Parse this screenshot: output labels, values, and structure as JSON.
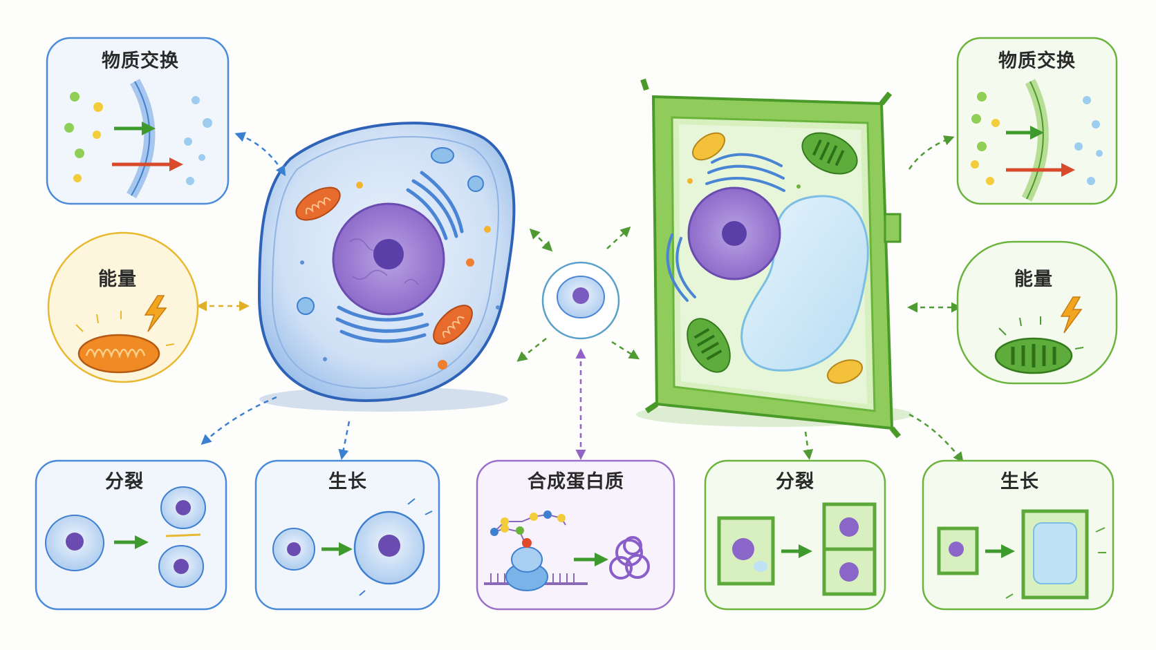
{
  "panels": {
    "animal_exchange": {
      "label": "物质交换"
    },
    "animal_energy": {
      "label": "能量"
    },
    "animal_division": {
      "label": "分裂"
    },
    "animal_growth": {
      "label": "生长"
    },
    "protein": {
      "label": "合成蛋白质"
    },
    "plant_division": {
      "label": "分裂"
    },
    "plant_growth": {
      "label": "生长"
    },
    "plant_exchange": {
      "label": "物质交换"
    },
    "plant_energy": {
      "label": "能量"
    }
  },
  "colors": {
    "animal": "#3f7fd0",
    "plant": "#5da83a",
    "energy": "#e8b830",
    "protein": "#9a70c8",
    "nucleus": "#8a66c8"
  },
  "icons": [
    "lightning-icon",
    "arrow-icon"
  ]
}
